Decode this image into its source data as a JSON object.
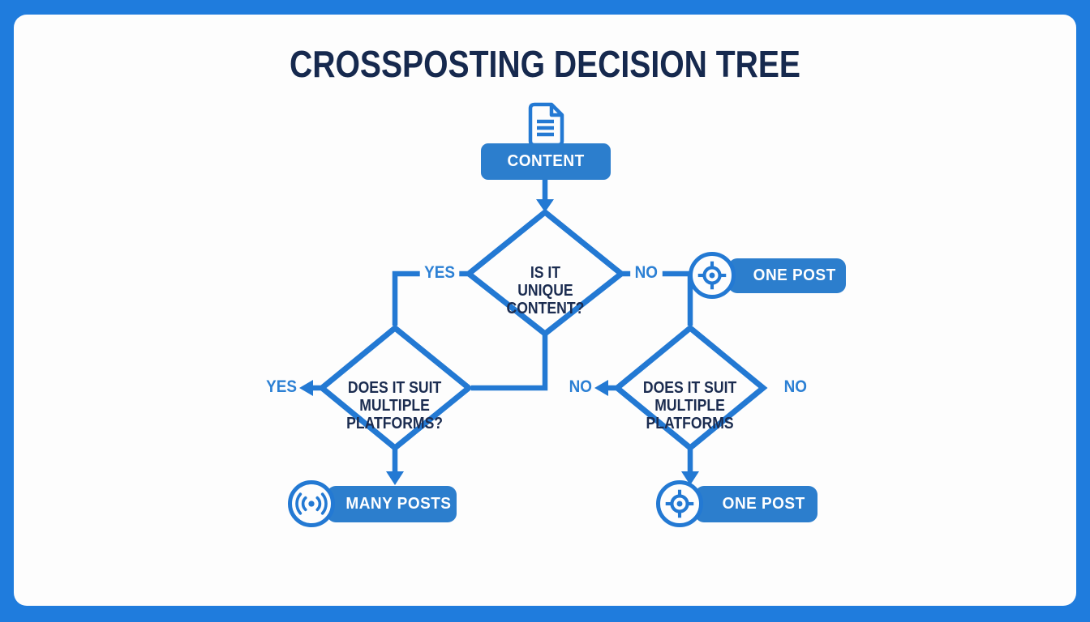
{
  "title": "CROSSPOSTING DECISION TREE",
  "colors": {
    "frame_blue": "#1f7cdd",
    "canvas_white": "#fdfdfd",
    "line_blue": "#2379d3",
    "button_blue": "#2c7ecd",
    "label_blue": "#2c80d4",
    "text_navy": "#1b2c50"
  },
  "flow": {
    "start": {
      "icon": "document-icon",
      "label": "CONTENT"
    },
    "decision1": {
      "question": "IS IT\nUNIQUE\nCONTENT?",
      "yes_label": "YES",
      "no_label": "NO"
    },
    "decision2": {
      "question": "DOES IT SUIT\nMULTIPLE\nPLATFORMS?",
      "yes_label": "YES"
    },
    "decision3": {
      "question": "DOES IT SUIT\nMULTIPLE\nPLATFORMS",
      "no_left_label": "NO",
      "no_right_label": "NO"
    },
    "outcome_one_post_top": {
      "icon": "target-icon",
      "label": "ONE POST"
    },
    "outcome_many_posts": {
      "icon": "broadcast-icon",
      "label": "MANY POSTS"
    },
    "outcome_one_post_bottom": {
      "icon": "target-icon",
      "label": "ONE POST"
    }
  }
}
